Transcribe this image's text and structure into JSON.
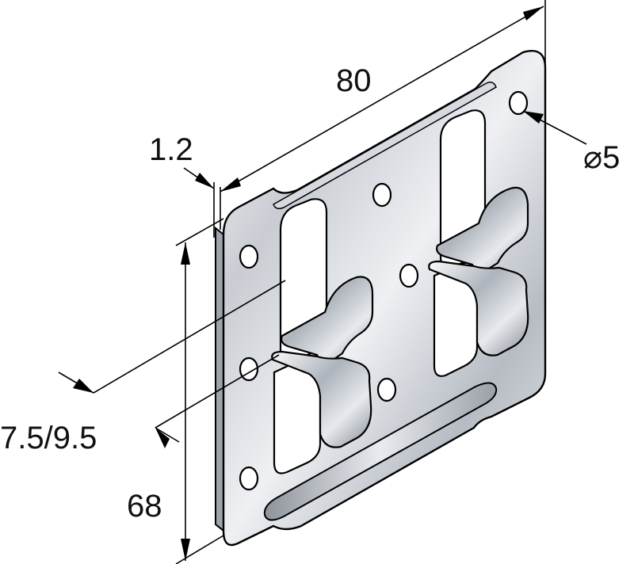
{
  "dimensions": {
    "width_label": "80",
    "thickness_label": "1.2",
    "hole_diameter_label": "⌀5",
    "offset_label": "7.5/9.5",
    "height_label": "68"
  }
}
